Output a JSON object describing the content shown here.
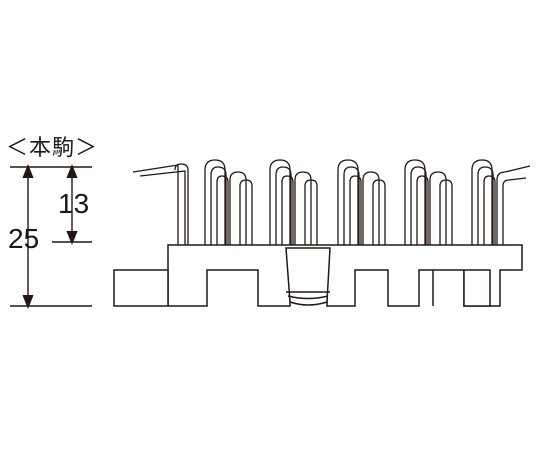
{
  "diagram": {
    "heading": "＜本駒＞",
    "dimensions": {
      "pile_height": "13",
      "total_height": "25"
    },
    "colors": {
      "stroke": "#231815",
      "fill": "#ffffff",
      "background": "#ffffff"
    }
  }
}
